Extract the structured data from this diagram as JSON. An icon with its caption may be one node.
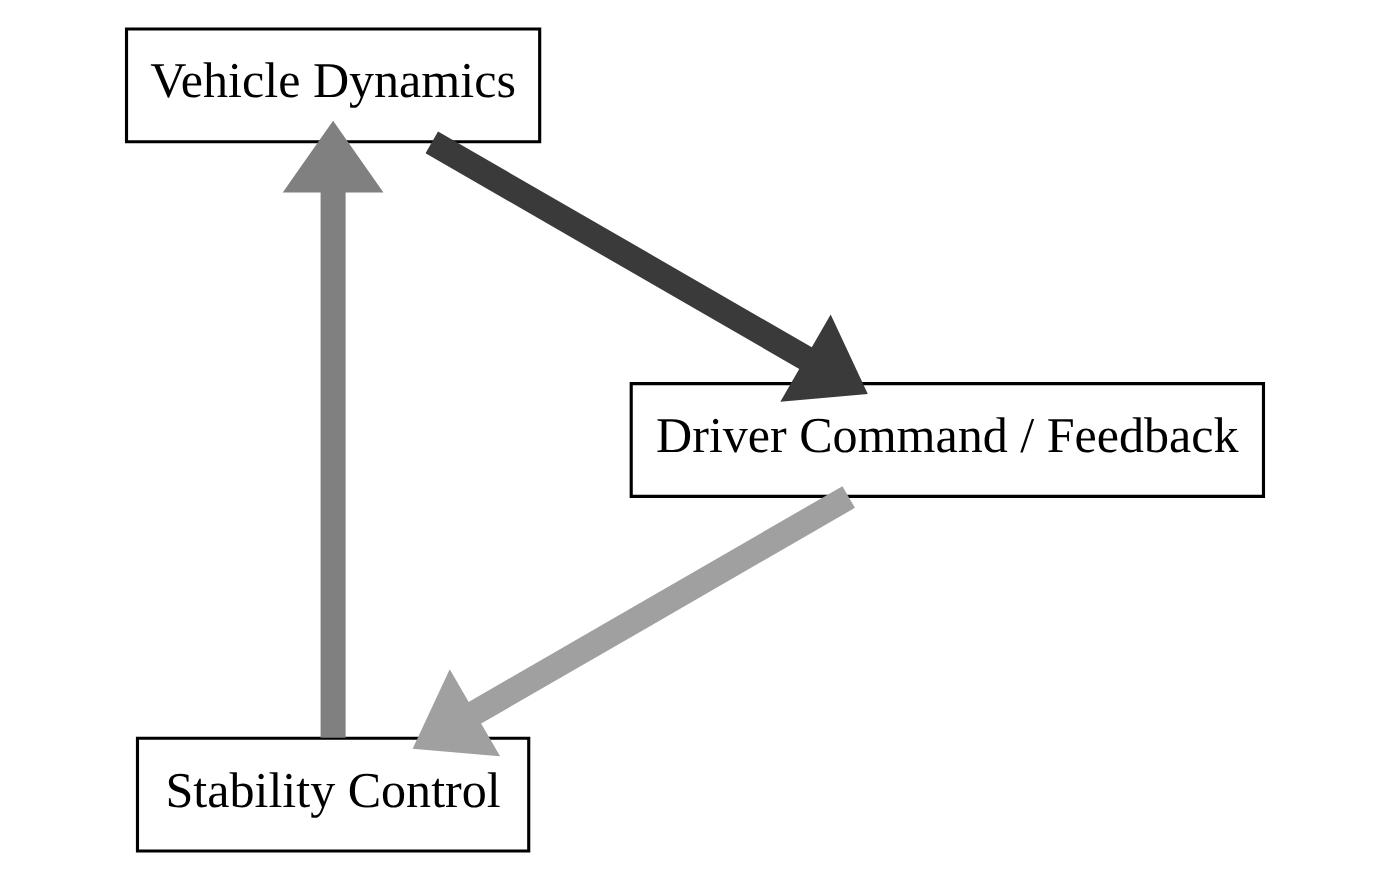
{
  "diagram": {
    "nodes": [
      {
        "text": [
          "Stability Control"
        ]
      },
      {
        "text": [
          "Vehicle Dynamics"
        ]
      },
      {
        "text": [
          "Driver Command / Feedback"
        ]
      }
    ],
    "edges": [
      {
        "from": 0,
        "to": 1,
        "arrow": "to",
        "color": "#808080"
      },
      {
        "from": 1,
        "to": 2,
        "arrow": "to",
        "color": "#3a3a3a"
      },
      {
        "from": 2,
        "to": 0,
        "arrow": "to",
        "color": "#a0a0a0"
      }
    ]
  }
}
